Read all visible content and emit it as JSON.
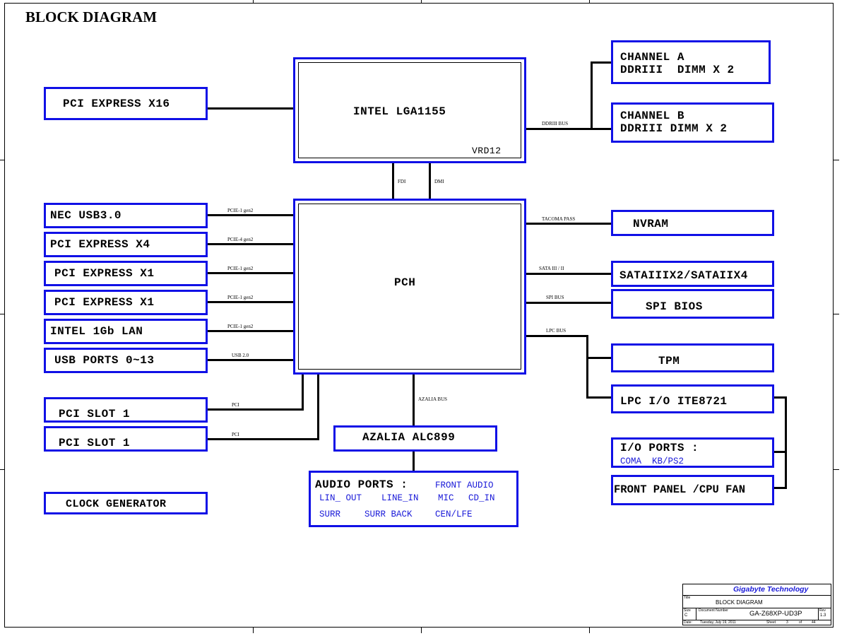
{
  "title": "BLOCK DIAGRAM",
  "cpu": {
    "label": "INTEL LGA1155",
    "sub": "VRD12"
  },
  "pch": {
    "label": "PCH"
  },
  "left_blocks": {
    "pcie16": "PCI EXPRESS X16",
    "nec_usb3": "NEC USB3.0",
    "pcie4": "PCI EXPRESS X4",
    "pcie1a": "PCI EXPRESS X1",
    "pcie1b": "PCI EXPRESS X1",
    "lan": "INTEL 1Gb LAN",
    "usb_ports": "USB PORTS 0~13",
    "pci_slot1a": "PCI SLOT 1",
    "pci_slot1b": "PCI SLOT 1",
    "clock": "CLOCK GENERATOR"
  },
  "right_blocks": {
    "chan_a_1": "CHANNEL A",
    "chan_a_2": "DDRIII  DIMM X 2",
    "chan_b_1": "CHANNEL B",
    "chan_b_2": "DDRIII DIMM X 2",
    "nvram": "NVRAM",
    "sata": "SATAIIIX2/SATAIIX4",
    "spi": "SPI BIOS",
    "tpm": "TPM",
    "lpc_io": "LPC I/O ITE8721",
    "io_ports": "I/O PORTS :",
    "io_ports_detail": "COMA  KB/PS2",
    "front_panel": "FRONT PANEL /CPU FAN"
  },
  "azalia": "AZALIA ALC899",
  "audio_ports": {
    "title": "AUDIO PORTS :",
    "front": "FRONT AUDIO",
    "lin_out": "LIN_ OUT",
    "line_in": "LINE_IN",
    "mic": "MIC",
    "cd_in": "CD_IN",
    "surr": "SURR",
    "surr_back": "SURR BACK",
    "cen_lfe": "CEN/LFE"
  },
  "bus_labels": {
    "ddr": "DDRIII BUS",
    "fdi": "FDI",
    "dmi": "DMI",
    "pcie1_nec": "PCIE-1 gen2",
    "pcie4": "PCIE-4 gen2",
    "pcie1_a": "PCIE-1 gen2",
    "pcie1_b": "PCIE-1 gen2",
    "pcie1_lan": "PCIE-1 gen2",
    "usb": "USB 2.0",
    "pci_a": "PCI",
    "pci_b": "PCI",
    "azalia": "AZALIA BUS",
    "tacoma": "TACOMA PASS",
    "sata": "SATA III / II",
    "spi": "SPI BUS",
    "lpc": "LPC BUS"
  },
  "title_block": {
    "company": "Gigabyte Technology",
    "title_lbl": "Title",
    "title": "BLOCK DIAGRAM",
    "size_lbl": "Size",
    "size": "C",
    "doc_lbl": "Document Number",
    "doc": "GA-Z68XP-UD3P",
    "rev_lbl": "Rev",
    "rev": "1.3",
    "date_lbl": "Date:",
    "date": "Tuesday, July 19, 2011",
    "sheet_lbl": "Sheet",
    "sheet": "3",
    "of_lbl": "of",
    "of": "44"
  },
  "colors": {
    "block_border": "#1010e6",
    "line": "#000000",
    "blue_text": "#1a1ad8"
  }
}
